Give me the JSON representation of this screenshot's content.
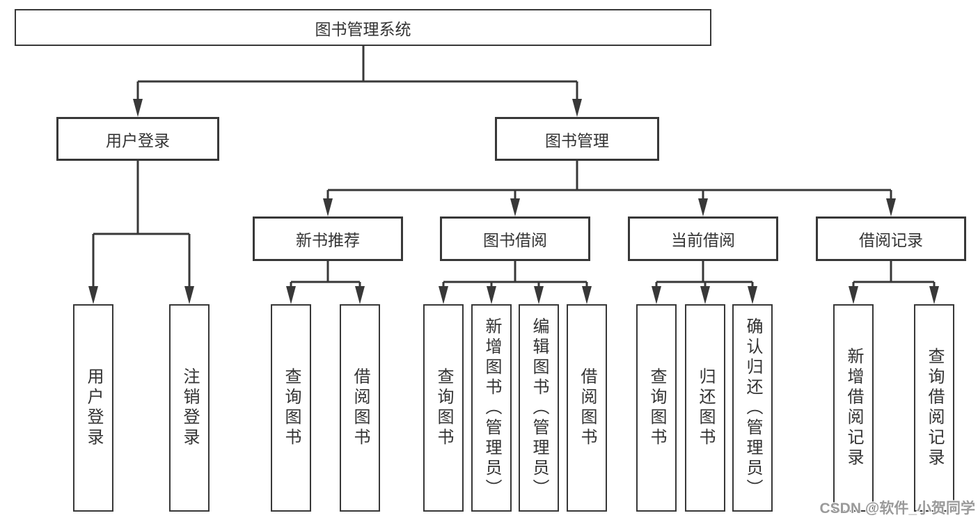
{
  "diagram": {
    "root": {
      "label": "图书管理系统"
    },
    "level2": [
      {
        "label": "用户登录"
      },
      {
        "label": "图书管理"
      }
    ],
    "level3": [
      {
        "label": "新书推荐"
      },
      {
        "label": "图书借阅"
      },
      {
        "label": "当前借阅"
      },
      {
        "label": "借阅记录"
      }
    ],
    "leaves": {
      "user_login": [
        "用户登录",
        "注销登录"
      ],
      "new_book_recommend": [
        "查询图书",
        "借阅图书"
      ],
      "book_borrow": [
        "查询图书",
        "新增图书（管理员）",
        "编辑图书（管理员）",
        "借阅图书"
      ],
      "current_borrow": [
        "查询图书",
        "归还图书",
        "确认归还（管理员）"
      ],
      "borrow_record": [
        "新增借阅记录",
        "查询借阅记录"
      ]
    }
  },
  "watermark": "CSDN @软件_小贺同学",
  "colors": {
    "line": "#383838",
    "text": "#333333",
    "box_background": "#ffffff",
    "watermark": "#9a9a9a"
  }
}
